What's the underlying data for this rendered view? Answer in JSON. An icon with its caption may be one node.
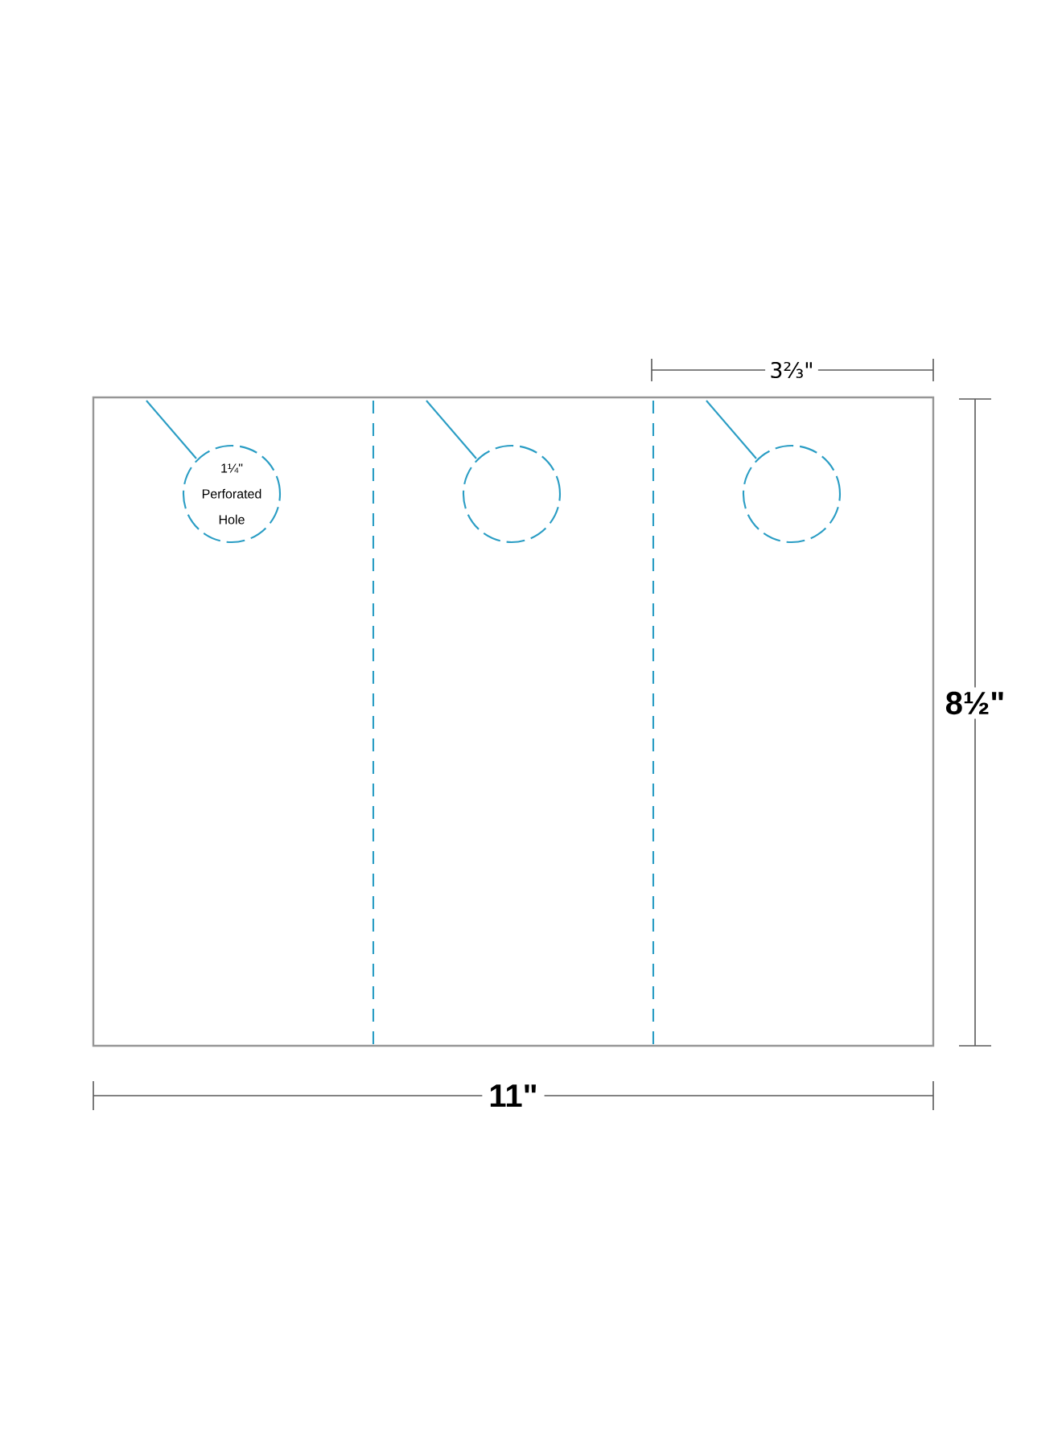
{
  "diagram": {
    "nodes": [
      {
        "text": [
          "1¼\" Perforated Hole"
        ]
      },
      {
        "text": [],
        "shape": "circle"
      },
      {
        "text": [],
        "shape": "circle"
      }
    ],
    "labels": [
      "3⅔\"",
      "8½\"",
      "11\""
    ]
  }
}
